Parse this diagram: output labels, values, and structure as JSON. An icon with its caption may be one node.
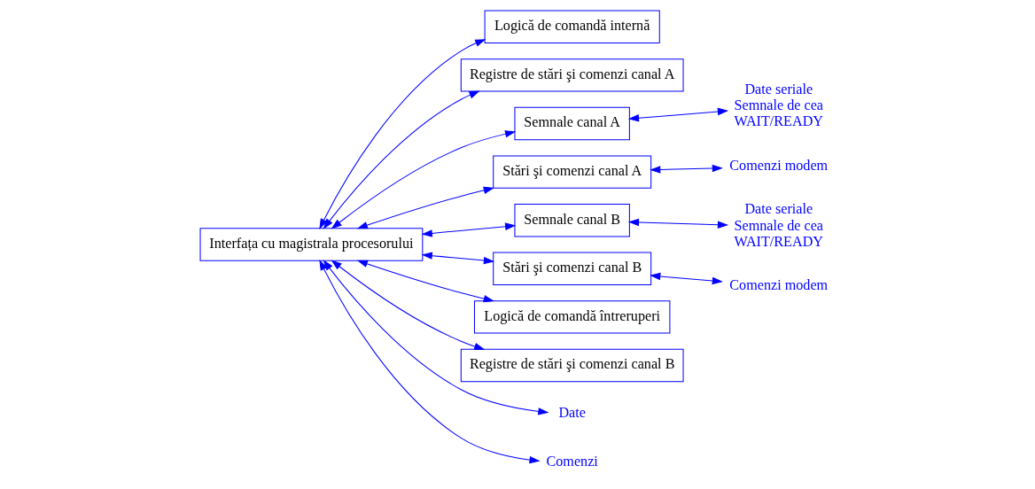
{
  "diagram": {
    "nodes": [
      {
        "text": [
          "Interfața cu magistrala procesorului"
        ]
      },
      {
        "text": [
          "Logică de comandă internă"
        ]
      },
      {
        "text": [
          "Registre de stări şi comenzi canal A"
        ]
      },
      {
        "text": [
          "Semnale canal A"
        ]
      },
      {
        "text": [
          "Stări şi comenzi canal A"
        ]
      },
      {
        "text": [
          "Semnale canal B"
        ]
      },
      {
        "text": [
          "Stări şi comenzi canal B"
        ]
      },
      {
        "text": [
          "Logică de comandă întreruperi"
        ]
      },
      {
        "text": [
          "Registre de stări şi comenzi canal B"
        ]
      },
      {
        "text": [
          "Date"
        ]
      },
      {
        "text": [
          "Comenzi"
        ]
      },
      {
        "text": [
          "Date seriale",
          "Semnale de cea",
          "WAIT/READY"
        ]
      },
      {
        "text": [
          "Comenzi modem"
        ]
      },
      {
        "text": [
          "Date seriale",
          "Semnale de cea",
          "WAIT/READY"
        ]
      },
      {
        "text": [
          "Comenzi modem"
        ]
      }
    ],
    "edges": [
      {
        "from": 0,
        "to": 1,
        "arrow": "both"
      },
      {
        "from": 0,
        "to": 7,
        "arrow": "both"
      },
      {
        "from": 0,
        "to": 2,
        "arrow": "both"
      },
      {
        "from": 0,
        "to": 8,
        "arrow": "both"
      },
      {
        "from": 0,
        "to": 3,
        "arrow": "both"
      },
      {
        "from": 0,
        "to": 4,
        "arrow": "both"
      },
      {
        "from": 0,
        "to": 5,
        "arrow": "both"
      },
      {
        "from": 0,
        "to": 6,
        "arrow": "both"
      },
      {
        "from": 0,
        "to": 9,
        "arrow": "both"
      },
      {
        "from": 0,
        "to": 10,
        "arrow": "both"
      },
      {
        "from": 3,
        "to": 11,
        "arrow": "both"
      },
      {
        "from": 4,
        "to": 12,
        "arrow": "both"
      },
      {
        "from": 5,
        "to": 13,
        "arrow": "both"
      },
      {
        "from": 6,
        "to": 14,
        "arrow": "both"
      }
    ]
  }
}
